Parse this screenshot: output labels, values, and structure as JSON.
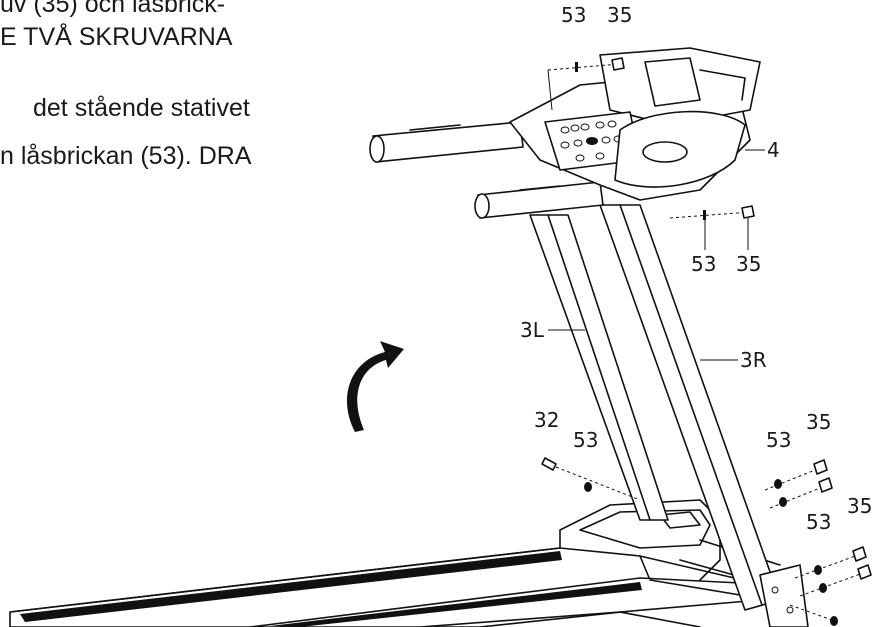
{
  "instructions": {
    "line1": "uv (35) och låsbrick-",
    "line2": "E TVÅ SKRUVARNA",
    "line3": "det stående stativet",
    "line4": "n låsbrickan (53). DRA"
  },
  "callouts": {
    "top_53": "53",
    "top_35": "35",
    "console": "4",
    "mid_53": "53",
    "mid_35": "35",
    "upright_left": "3L",
    "upright_right": "3R",
    "bolt_32": "32",
    "left_53": "53",
    "right_upper_53": "53",
    "right_upper_35": "35",
    "right_lower_53": "53",
    "right_lower_35": "35"
  }
}
